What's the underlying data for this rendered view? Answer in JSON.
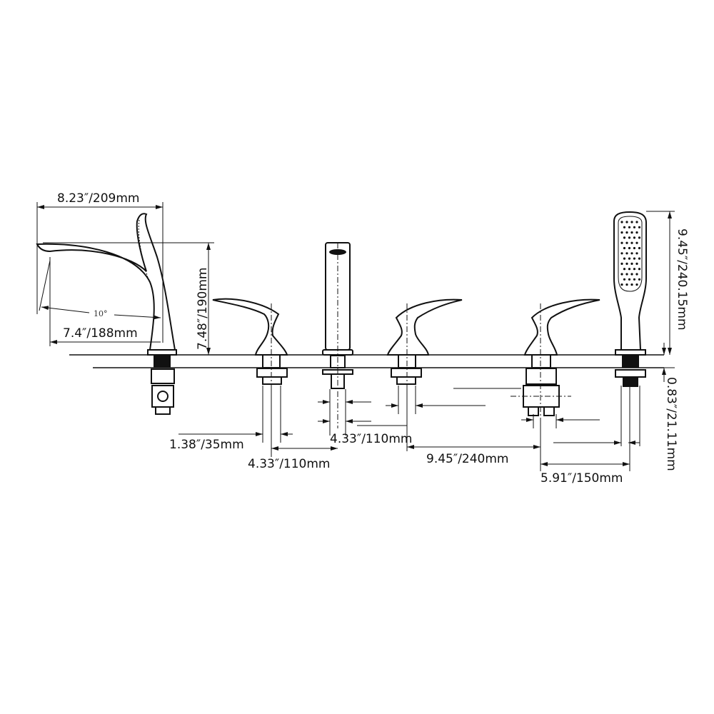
{
  "diagram": {
    "dimensions": {
      "spout_reach": "8.23″/209mm",
      "spout_height": "7.48″/190mm",
      "spout_angle": "10°",
      "spout_outlet_reach": "7.4″/188mm",
      "handle_base_diameter": "1.38″/35mm",
      "spout_to_handle_spacing": "4.33″/110mm",
      "handle_to_spout_spacing": "4.33″/110mm",
      "handle_to_handle_spacing": "9.45″/240mm",
      "handle_to_shower_spacing": "5.91″/150mm",
      "hand_shower_height": "9.45″/240.15mm",
      "deck_thickness": "0.83″/21.11mm"
    }
  }
}
